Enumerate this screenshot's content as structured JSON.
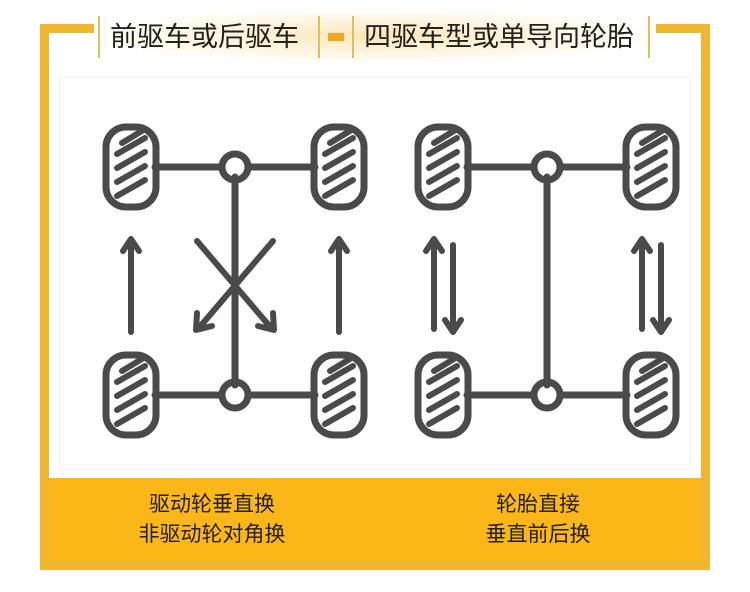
{
  "header": {
    "title_left": "前驱车或后驱车",
    "title_right": "四驱车型或单导向轮胎",
    "divider_icon": "dash-separator-icon",
    "corner_left_icon": "corner-bracket-left-icon",
    "corner_right_icon": "corner-bracket-right-icon"
  },
  "diagrams": {
    "left": {
      "name": "tire-rotation-diagram-fwd-rwd",
      "pattern": "x-cross",
      "tires": [
        "front-left-tire",
        "front-right-tire",
        "rear-left-tire",
        "rear-right-tire"
      ],
      "arrows": [
        "rear-left-up-arrow",
        "rear-right-up-arrow",
        "cross-arrow-to-left",
        "cross-arrow-to-right"
      ],
      "hubs": [
        "front-axle-hub",
        "rear-axle-hub"
      ]
    },
    "right": {
      "name": "tire-rotation-diagram-awd-directional",
      "pattern": "straight-front-back",
      "tires": [
        "front-left-tire",
        "front-right-tire",
        "rear-left-tire",
        "rear-right-tire"
      ],
      "arrows": [
        "left-up-arrow",
        "left-down-arrow",
        "right-up-arrow",
        "right-down-arrow"
      ],
      "hubs": [
        "front-axle-hub",
        "rear-axle-hub"
      ]
    }
  },
  "captions": {
    "left_line1": "驱动轮垂直换",
    "left_line2": "非驱动轮对角换",
    "right_line1": "轮胎直接",
    "right_line2": "垂直前后换"
  },
  "colors": {
    "gold_frame": "#efb730",
    "caption_band": "#fbb718",
    "divider_dash": "#f0a722",
    "thin_rule": "#d9c25e",
    "diagram_stroke": "#4a4a4a",
    "text_dark": "#23201c",
    "panel_bg": "#ffffff"
  }
}
